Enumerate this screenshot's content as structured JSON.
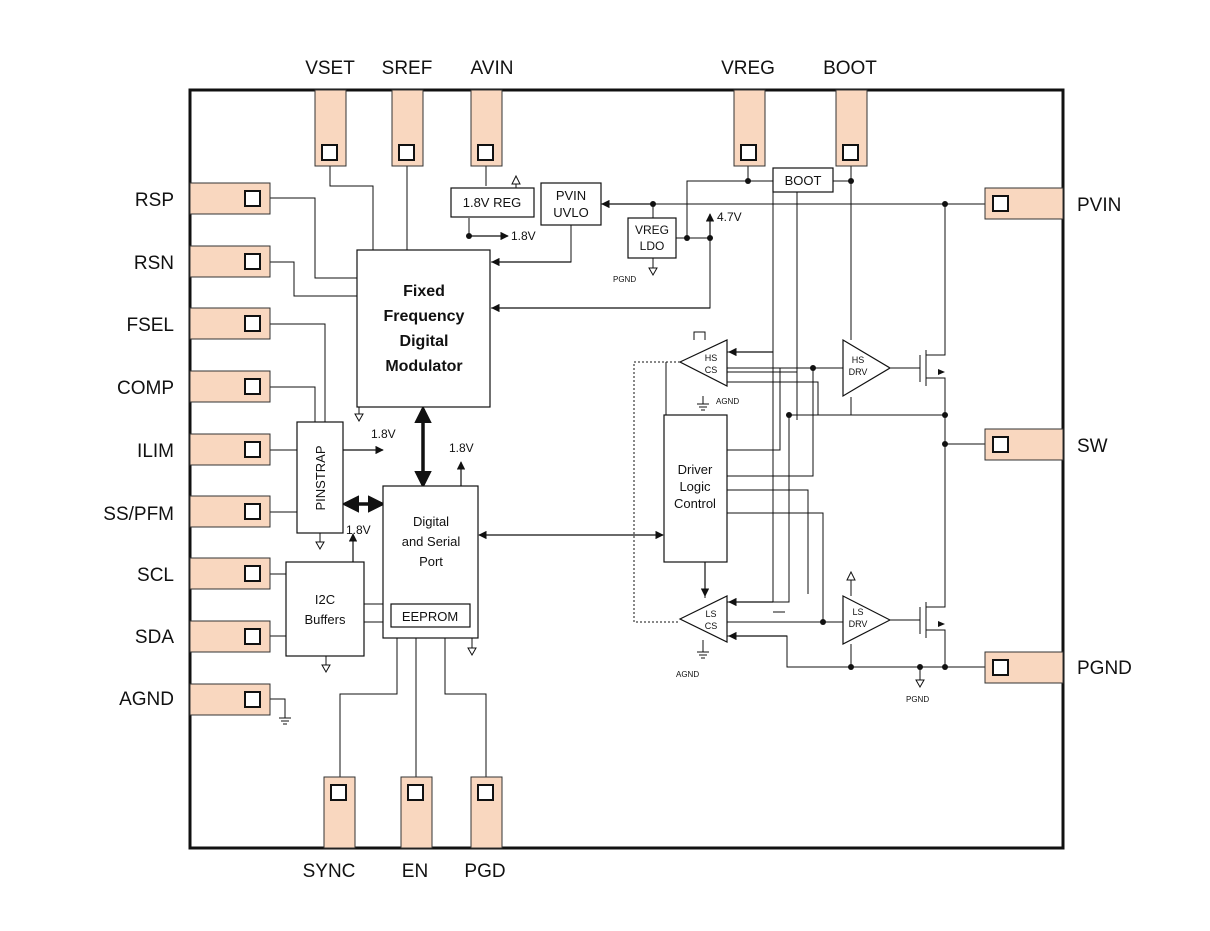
{
  "pins": {
    "top": [
      "VSET",
      "SREF",
      "AVIN",
      "VREG",
      "BOOT"
    ],
    "left": [
      "RSP",
      "RSN",
      "FSEL",
      "COMP",
      "ILIM",
      "SS/PFM",
      "SCL",
      "SDA",
      "AGND"
    ],
    "right": [
      "PVIN",
      "SW",
      "PGND"
    ],
    "bottom": [
      "SYNC",
      "EN",
      "PGD"
    ]
  },
  "blocks": {
    "modulator": [
      "Fixed",
      "Frequency",
      "Digital",
      "Modulator"
    ],
    "digital_port": [
      "Digital",
      "and Serial",
      "Port"
    ],
    "eeprom": "EEPROM",
    "pinstrap": "PINSTRAP",
    "i2c": [
      "I2C",
      "Buffers"
    ],
    "reg18": "1.8V REG",
    "pvin_uvlo": [
      "PVIN",
      "UVLO"
    ],
    "vreg_ldo": [
      "VREG",
      "LDO"
    ],
    "boot": "BOOT",
    "driver_logic": [
      "Driver",
      "Logic",
      "Control"
    ],
    "hs_cs": [
      "HS",
      "CS"
    ],
    "ls_cs": [
      "LS",
      "CS"
    ],
    "hs_drv": [
      "HS",
      "DRV"
    ],
    "ls_drv": [
      "LS",
      "DRV"
    ]
  },
  "labels": {
    "v18_reg_out": "1.8V",
    "v18_pinstrap": "1.8V",
    "v18_digital": "1.8V",
    "v18_i2c": "1.8V",
    "v47": "4.7V",
    "pgnd_ldo": "PGND",
    "pgnd_out": "PGND",
    "agnd_hs": "AGND",
    "agnd_ls": "AGND"
  }
}
